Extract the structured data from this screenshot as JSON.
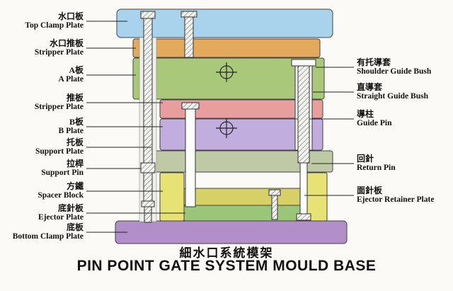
{
  "title": {
    "chinese": "細水口系統模架",
    "english": "PIN POINT GATE SYSTEM MOULD BASE"
  },
  "left_labels": [
    {
      "cn": "水口板",
      "en": "Top Clamp Plate"
    },
    {
      "cn": "水口推板",
      "en": "Stripper Plate"
    },
    {
      "cn": "A板",
      "en": "A Plate"
    },
    {
      "cn": "推板",
      "en": "Stripper Plate"
    },
    {
      "cn": "B板",
      "en": "B Plate"
    },
    {
      "cn": "托板",
      "en": "Support Plate"
    },
    {
      "cn": "拉桿",
      "en": "Support Pin"
    },
    {
      "cn": "方鐵",
      "en": "Spacer Block"
    },
    {
      "cn": "底針板",
      "en": "Ejector Plate"
    },
    {
      "cn": "底板",
      "en": "Bottom Clamp Plate"
    }
  ],
  "right_labels": [
    {
      "cn": "有托導套",
      "en": "Shoulder Guide Bush"
    },
    {
      "cn": "直導套",
      "en": "Straight Guide Bush"
    },
    {
      "cn": "導柱",
      "en": "Guide Pin"
    },
    {
      "cn": "回針",
      "en": "Return Pin"
    },
    {
      "cn": "面針板",
      "en": "Ejector Retainer Plate"
    }
  ],
  "colors": {
    "top_clamp": "#a9d3ec",
    "runner_stripper": "#e3aa5e",
    "a_plate": "#a9c87a",
    "stripper": "#e99e9e",
    "b_plate": "#c1aede",
    "support": "#bfc9a6",
    "spacer": "#e6e274",
    "ejector_retainer": "#d6d066",
    "ejector": "#9bc67a",
    "bottom_clamp": "#b28ec9"
  }
}
